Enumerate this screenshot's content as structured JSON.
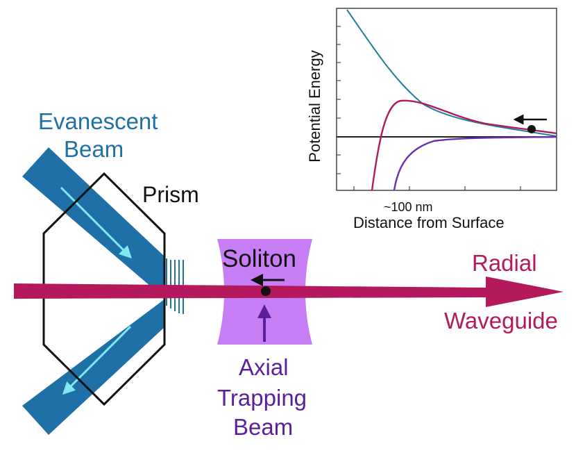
{
  "labels": {
    "evanescent_line1": "Evanescent",
    "evanescent_line2": "Beam",
    "prism": "Prism",
    "soliton": "Soliton",
    "radial_line1": "Radial",
    "radial_line2": "Waveguide",
    "axial_line1": "Axial",
    "axial_line2": "Trapping",
    "axial_line3": "Beam"
  },
  "inset_plot": {
    "ylabel": "Potential Energy",
    "xlabel": "Distance from Surface",
    "tick_annotation": "~100 nm",
    "marker_desc": "particle"
  },
  "colors": {
    "evanescent_beam": "#1f70a6",
    "evanescent_arrow": "#7fe8f0",
    "waveguide": "#b3195c",
    "trapping_beam": "#c77ef5",
    "axial_arrow": "#5b1f9e",
    "curve_repulsive": "#1c7f94",
    "curve_combined": "#b3195c",
    "curve_attractive": "#6a2cb0"
  }
}
